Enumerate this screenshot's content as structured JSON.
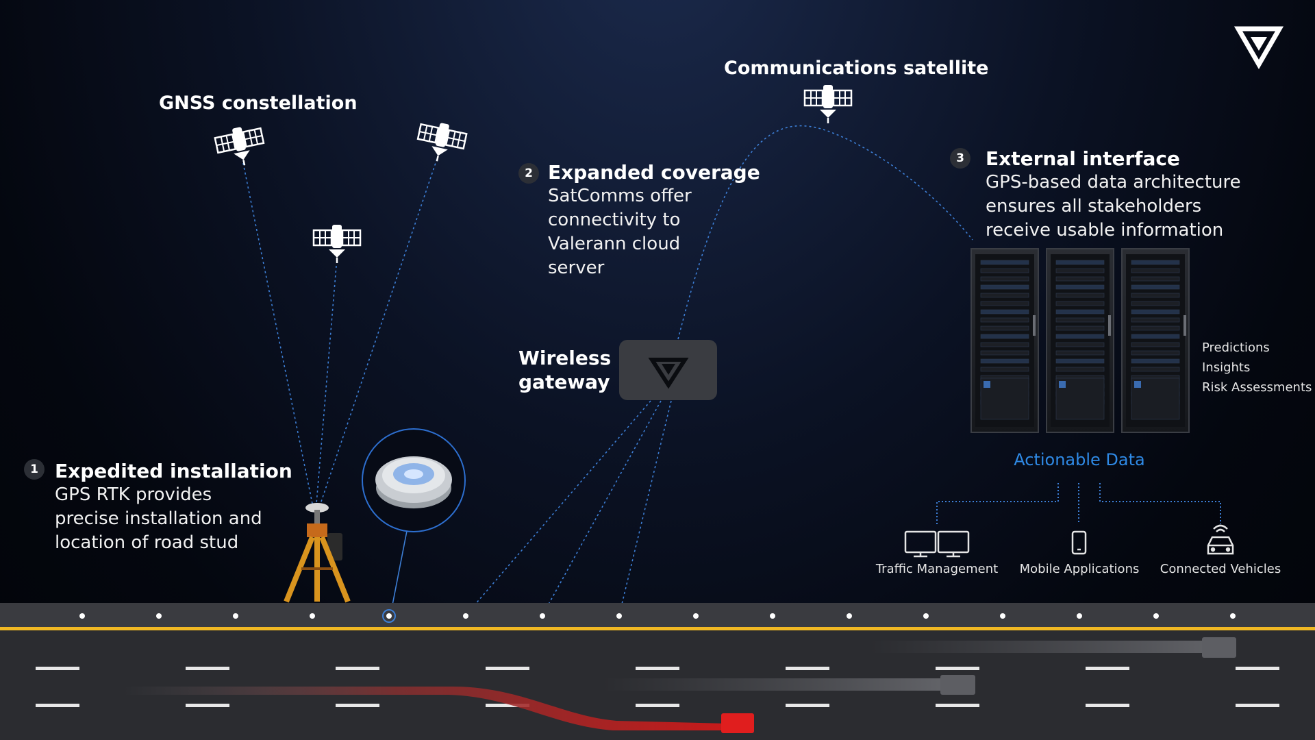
{
  "gnss": {
    "label": "GNSS constellation"
  },
  "comm_satellite": {
    "label": "Communications satellite"
  },
  "step1": {
    "number": "1",
    "title": "Expedited installation",
    "lines": [
      "GPS RTK provides",
      "precise installation and",
      "location of road stud"
    ]
  },
  "step2": {
    "number": "2",
    "title": "Expanded coverage",
    "lines": [
      "SatComms offer",
      "connectivity to",
      "Valerann cloud",
      "server"
    ]
  },
  "step3": {
    "number": "3",
    "title": "External interface",
    "lines": [
      "GPS-based data architecture",
      "ensures all stakeholders",
      "receive usable information"
    ]
  },
  "gateway": {
    "lines": [
      "Wireless",
      "gateway"
    ]
  },
  "outputs": [
    "Predictions",
    "Insights",
    "Risk Assessments"
  ],
  "actionable_data": "Actionable Data",
  "consumers": [
    {
      "label": "Traffic Management",
      "icon": "monitors-icon"
    },
    {
      "label": "Mobile Applications",
      "icon": "phone-icon"
    },
    {
      "label": "Connected Vehicles",
      "icon": "connected-car-icon"
    }
  ],
  "colors": {
    "accent_blue": "#2f8ae6",
    "road": "#2b2c30",
    "road_edge": "#f0b823",
    "incident": "#e01e1e"
  },
  "icons": [
    "brand-logo-icon",
    "satellite-icon",
    "gps-tripod-icon",
    "road-stud-icon",
    "server-rack-icon"
  ]
}
